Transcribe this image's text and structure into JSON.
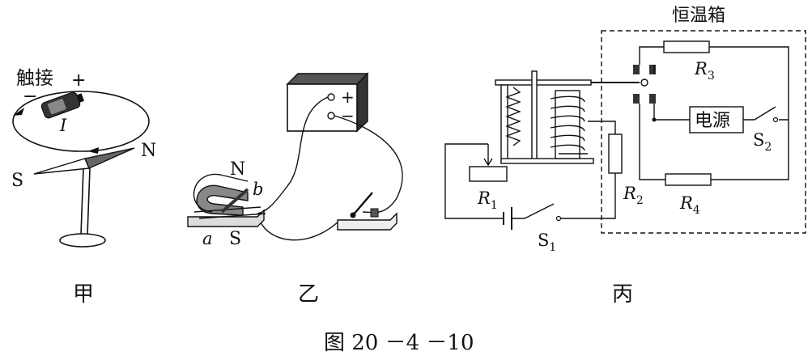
{
  "figure_caption": "图 20 －4 －10",
  "panel_jia": {
    "caption": "甲",
    "touch_label": "触接",
    "plus": "+",
    "minus": "−",
    "current": "I",
    "needle_n": "N",
    "needle_s": "S"
  },
  "panel_yi": {
    "caption": "乙",
    "magnet_n": "N",
    "magnet_s": "S",
    "rod_end_a": "a",
    "rod_end_b": "b",
    "terminal_plus": "+",
    "terminal_minus": "−"
  },
  "panel_bing": {
    "caption": "丙",
    "incubator_title": "恒温箱",
    "power_label": "电源",
    "r1": {
      "sym": "R",
      "sub": "1"
    },
    "r2": {
      "sym": "R",
      "sub": "2"
    },
    "r3": {
      "sym": "R",
      "sub": "3"
    },
    "r4": {
      "sym": "R",
      "sub": "4"
    },
    "s1": {
      "sym": "S",
      "sub": "1"
    },
    "s2": {
      "sym": "S",
      "sub": "2"
    }
  }
}
